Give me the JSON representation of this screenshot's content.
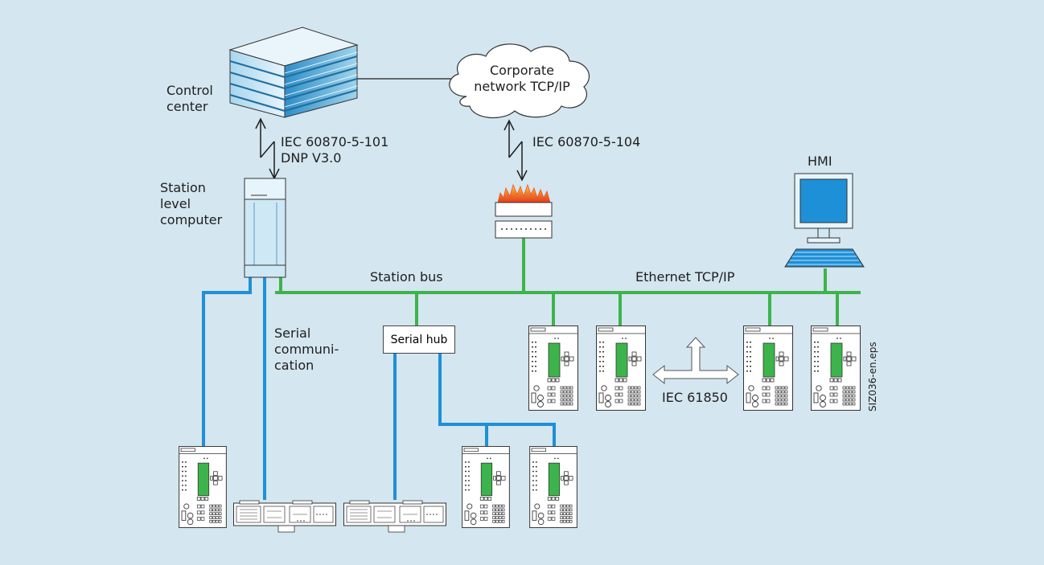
{
  "labels": {
    "control_center": [
      "Control",
      "center"
    ],
    "corporate_network": [
      "Corporate",
      "network TCP/IP"
    ],
    "protocol_101": [
      "IEC 60870-5-101",
      "DNP V3.0"
    ],
    "protocol_104": "IEC 60870-5-104",
    "station_level_computer": [
      "Station",
      "level",
      "computer"
    ],
    "hmi": "HMI",
    "station_bus": "Station bus",
    "ethernet": "Ethernet TCP/IP",
    "serial_communication": [
      "Serial",
      "communi-",
      "cation"
    ],
    "serial_hub": "Serial hub",
    "iec_61850": "IEC 61850",
    "file_id": "SIZ036-en.eps"
  },
  "colors": {
    "background": "#d4e6ef",
    "ethernet_line": "#3cb44b",
    "serial_line": "#1e90d8",
    "device_fill": "#ffffff",
    "device_display": "#3cb44b",
    "hmi_screen": "#1e90d8",
    "firewall_flame": "#e8541e"
  }
}
